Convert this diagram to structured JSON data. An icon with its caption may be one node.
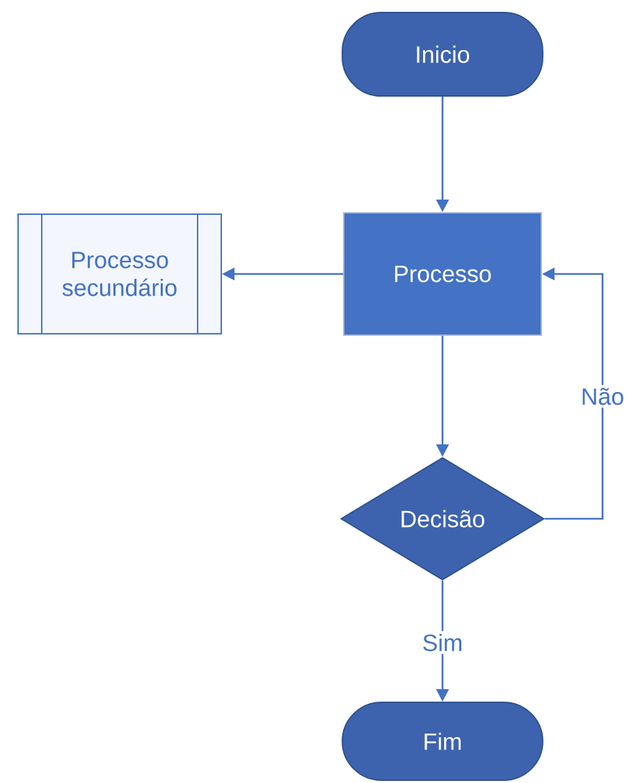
{
  "diagram": {
    "nodes": [
      {
        "text": [
          "Inicio"
        ]
      },
      {
        "text": [
          "Processo"
        ]
      },
      {
        "text": [
          "Processo secundário"
        ]
      },
      {
        "text": [
          "Decisão"
        ]
      },
      {
        "text": [
          "Fim"
        ]
      }
    ],
    "edges": [
      {
        "from": 0,
        "to": 1,
        "arrow": "to"
      },
      {
        "from": 1,
        "to": 2,
        "arrow": "to"
      },
      {
        "from": 1,
        "to": 3,
        "arrow": "to"
      },
      {
        "from": 3,
        "to": 1,
        "arrow": "to",
        "label": "Não"
      },
      {
        "from": 3,
        "to": 4,
        "arrow": "to",
        "label": "Sim"
      }
    ]
  }
}
